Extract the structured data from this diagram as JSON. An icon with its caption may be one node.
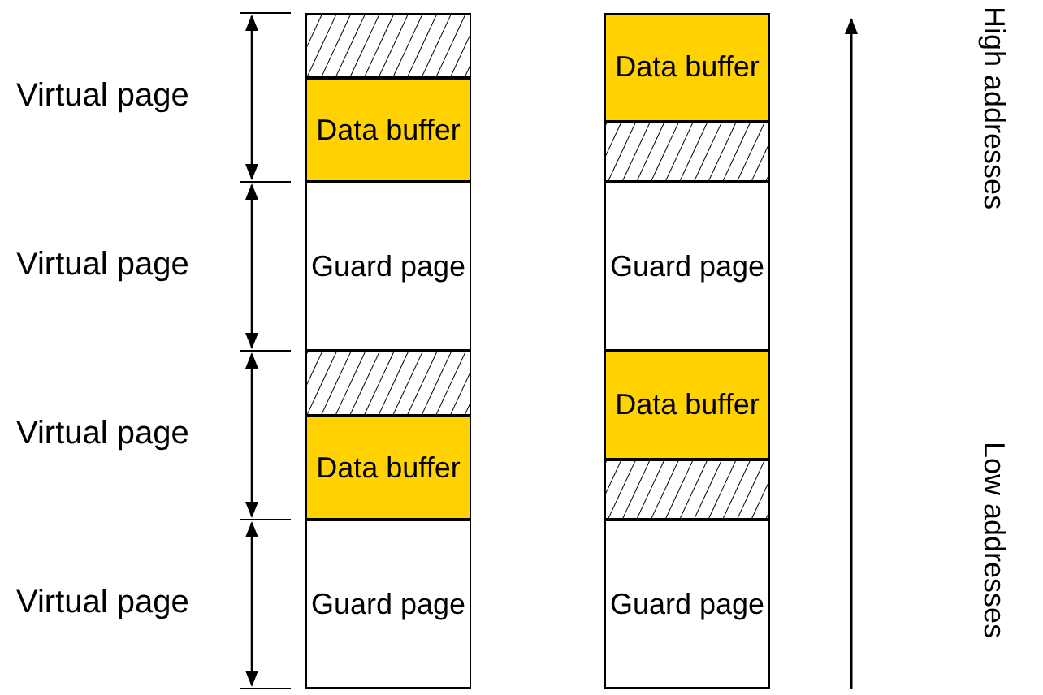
{
  "diagram": {
    "nodes": [
      {
        "text": [],
        "shape": "box"
      },
      {
        "text": [
          "Data buffer"
        ]
      },
      {
        "text": [
          "Guard page"
        ]
      },
      {
        "text": [],
        "shape": "box"
      },
      {
        "text": [
          "Data buffer"
        ]
      },
      {
        "text": [
          "Guard page"
        ]
      },
      {
        "text": [
          "Data buffer"
        ]
      },
      {
        "text": [],
        "shape": "box"
      },
      {
        "text": [
          "Guard page"
        ]
      },
      {
        "text": [
          "Data buffer"
        ]
      },
      {
        "text": [],
        "shape": "box"
      },
      {
        "text": [
          "Guard page"
        ]
      }
    ],
    "edges": [],
    "labels": [
      "Virtual page",
      "Virtual page",
      "Virtual page",
      "Virtual page",
      "High addresses",
      "Low addresses"
    ]
  }
}
